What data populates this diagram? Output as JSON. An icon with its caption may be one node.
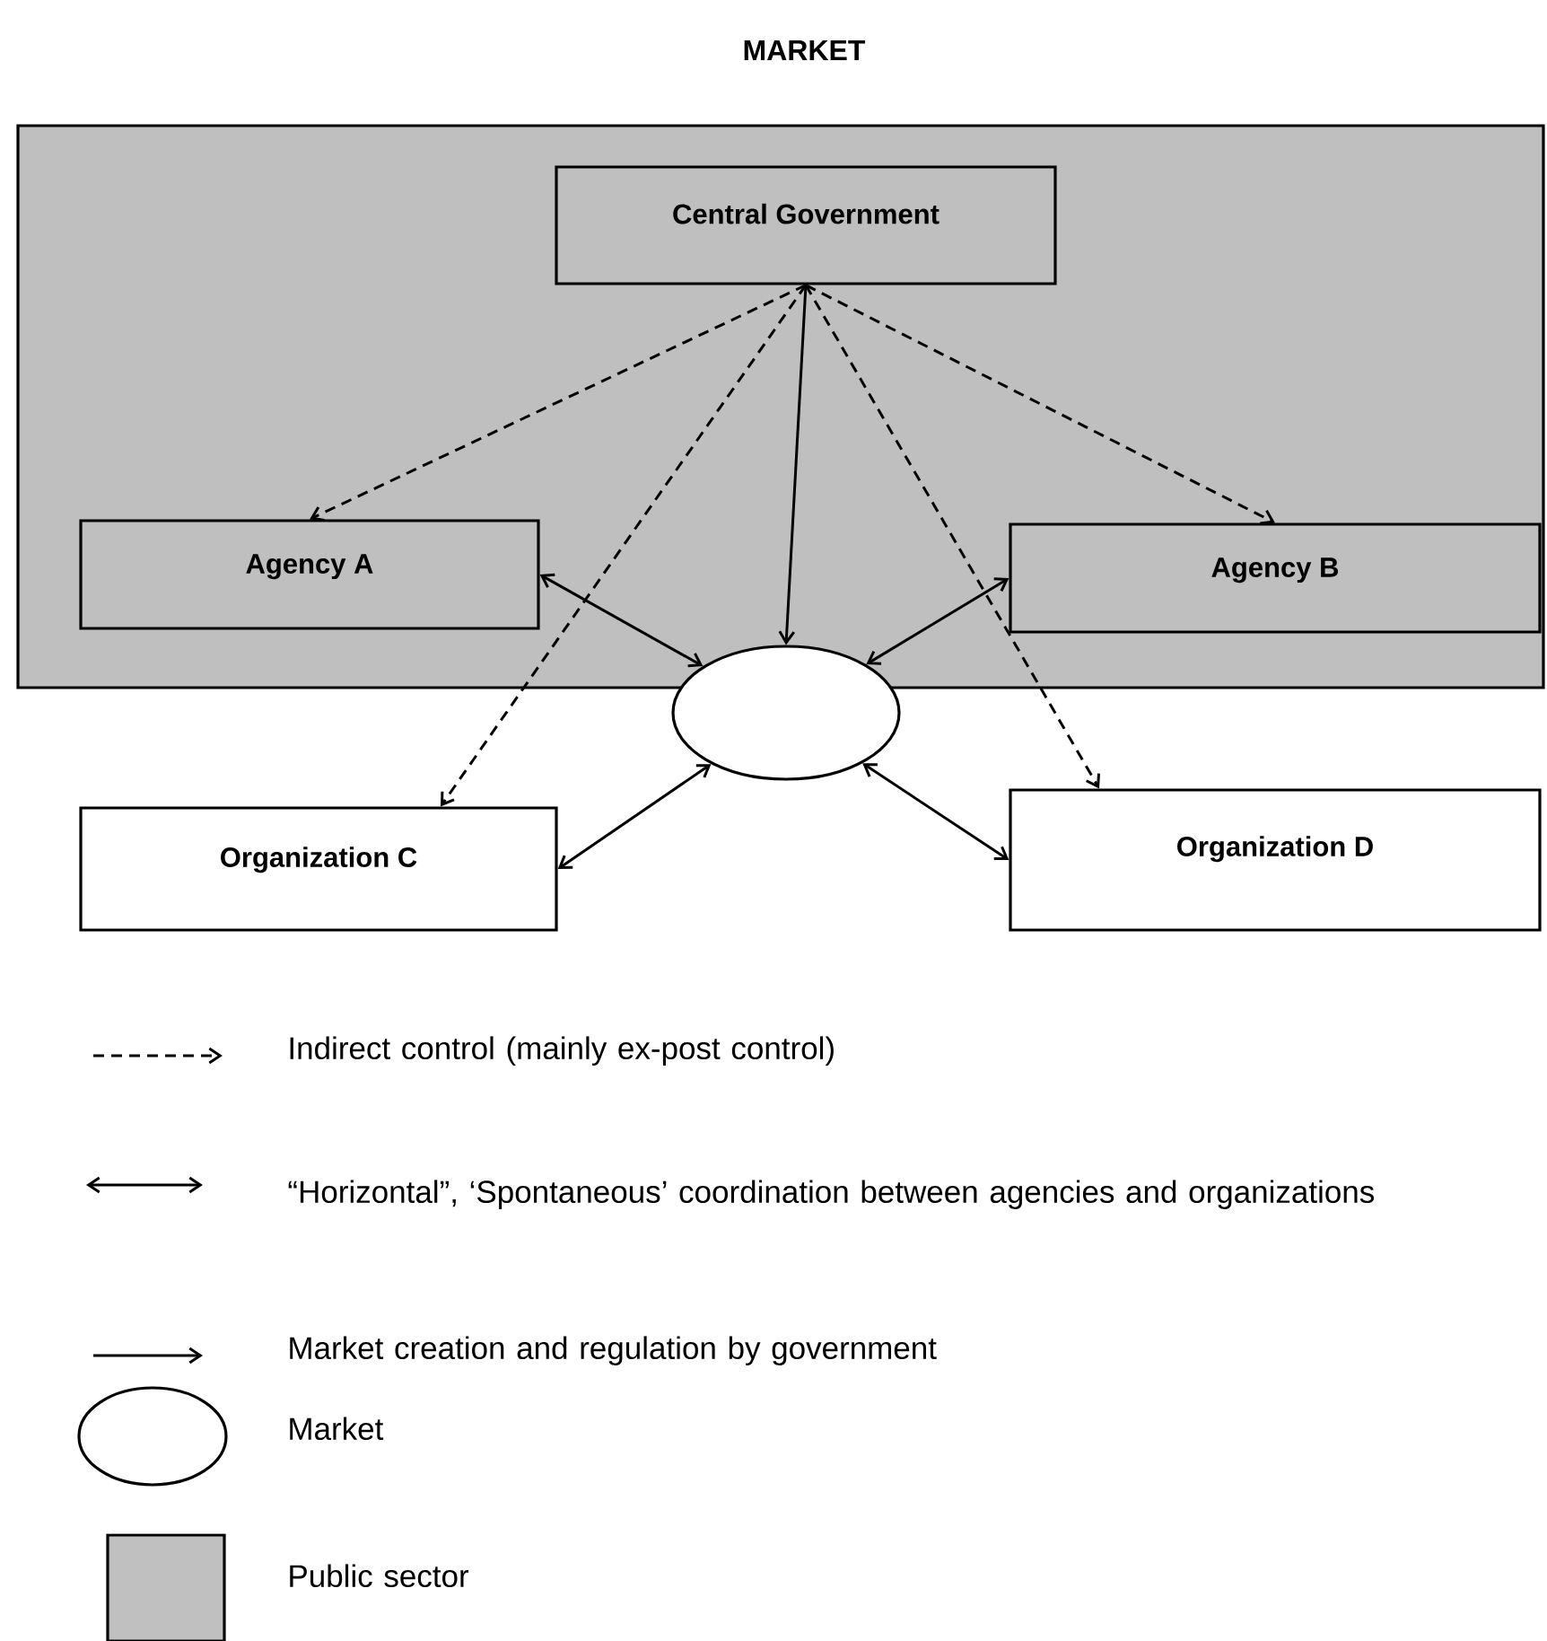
{
  "diagram": {
    "title": "MARKET",
    "nodes": [
      {
        "text": [],
        "shape": "box"
      },
      {
        "text": [
          "Central Government"
        ],
        "in": 0
      },
      {
        "text": [
          "Agency A"
        ],
        "in": 0
      },
      {
        "text": [
          "Agency B"
        ],
        "in": 0
      },
      {
        "text": [],
        "shape": "ellipse"
      },
      {
        "text": [
          "Organization C"
        ]
      },
      {
        "text": [
          "Organization D"
        ]
      }
    ],
    "edges": [
      {
        "from": 1,
        "to": 2,
        "arrow": "to",
        "style": "dashed"
      },
      {
        "from": 1,
        "to": 5,
        "arrow": "to",
        "style": "dashed"
      },
      {
        "from": 1,
        "to": 4,
        "arrow": "to"
      },
      {
        "from": 1,
        "to": 6,
        "arrow": "to",
        "style": "dashed"
      },
      {
        "from": 1,
        "to": 3,
        "arrow": "to",
        "style": "dashed"
      },
      {
        "from": 2,
        "to": 4,
        "arrow": "both"
      },
      {
        "from": 3,
        "to": 4,
        "arrow": "both"
      },
      {
        "from": 5,
        "to": 4,
        "arrow": "both"
      },
      {
        "from": 6,
        "to": 4,
        "arrow": "both"
      }
    ],
    "legend": [
      {
        "text": "Indirect control (mainly ex-post control)"
      },
      {
        "text": "“Horizontal”, ‘Spontaneous’ coordination between agencies and organizations"
      },
      {
        "text": "Market creation and regulation by government"
      },
      {
        "text": "Market"
      },
      {
        "text": "Public sector",
        "color": "#c0c0c0"
      }
    ]
  }
}
